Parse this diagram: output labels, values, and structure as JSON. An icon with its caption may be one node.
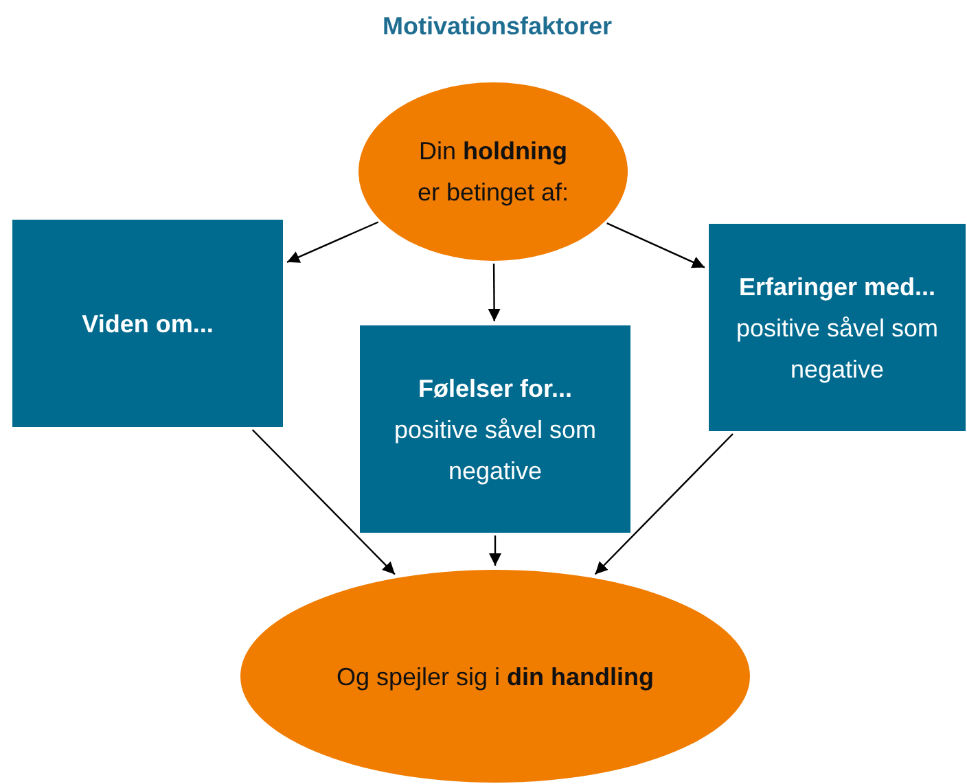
{
  "diagram": {
    "title": "Motivationsfaktorer",
    "nodes": [
      {
        "text": [
          "Din **holdning** er betinget af:"
        ]
      },
      {
        "text": [
          "Viden om..."
        ]
      },
      {
        "text": [
          "Følelser for...",
          "positive såvel som negative"
        ]
      },
      {
        "text": [
          "Erfaringer med...",
          "positive såvel som negative"
        ]
      },
      {
        "text": [
          "Og spejler sig i **din handling**"
        ]
      }
    ],
    "edges": [
      {
        "from": 0,
        "to": 1,
        "arrow": "to"
      },
      {
        "from": 0,
        "to": 2,
        "arrow": "to"
      },
      {
        "from": 0,
        "to": 3,
        "arrow": "to"
      },
      {
        "from": 1,
        "to": 4,
        "arrow": "to"
      },
      {
        "from": 2,
        "to": 4,
        "arrow": "to"
      },
      {
        "from": 3,
        "to": 4,
        "arrow": "to"
      }
    ]
  }
}
